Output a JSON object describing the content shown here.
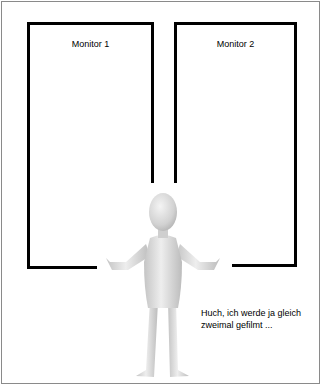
{
  "diagram": {
    "nodes": [
      {
        "text": [
          "Monitor 1"
        ]
      },
      {
        "text": [
          "Monitor 2"
        ]
      }
    ],
    "labels": [
      "Huch, ich werde ja gleich zweimal gefilmt ..."
    ]
  }
}
